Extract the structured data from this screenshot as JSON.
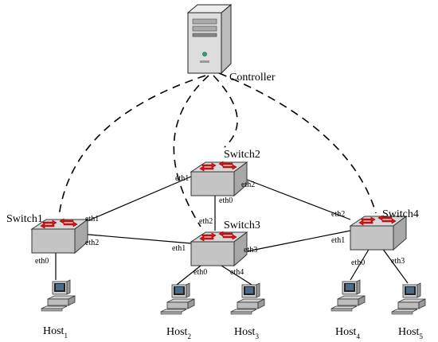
{
  "controller": {
    "label": "Controller"
  },
  "switches": [
    {
      "id": "s1",
      "label": "Switch1",
      "ports": [
        "eth1",
        "eth2",
        "eth0"
      ]
    },
    {
      "id": "s2",
      "label": "Switch2",
      "ports": [
        "eth1",
        "eth2",
        "eth0"
      ]
    },
    {
      "id": "s3",
      "label": "Switch3",
      "ports": [
        "eth2",
        "eth1",
        "eth3",
        "eth0",
        "eth4"
      ]
    },
    {
      "id": "s4",
      "label": "Switch4",
      "ports": [
        "eth2",
        "eth1",
        "eth0",
        "eth3"
      ]
    }
  ],
  "hosts": [
    {
      "name": "Host",
      "sub": "1"
    },
    {
      "name": "Host",
      "sub": "2"
    },
    {
      "name": "Host",
      "sub": "3"
    },
    {
      "name": "Host",
      "sub": "4"
    },
    {
      "name": "Host",
      "sub": "5"
    }
  ]
}
